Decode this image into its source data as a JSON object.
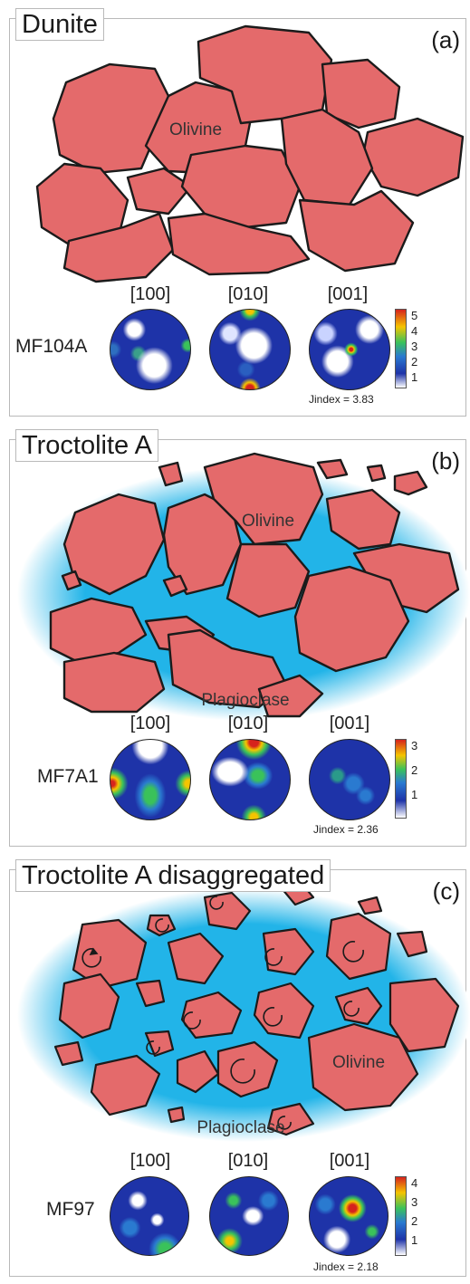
{
  "panels": [
    {
      "title": "Dunite",
      "label": "(a)",
      "olivine_label": "Olivine",
      "plagioclase_label": "",
      "sample": "MF104A",
      "axes": [
        "[100]",
        "[010]",
        "[001]"
      ],
      "jindex": "Jindex = 3.83",
      "ticks": [
        "5",
        "4",
        "3",
        "2",
        "1"
      ]
    },
    {
      "title": "Troctolite A",
      "label": "(b)",
      "olivine_label": "Olivine",
      "plagioclase_label": "Plagioclase",
      "sample": "MF7A1",
      "axes": [
        "[100]",
        "[010]",
        "[001]"
      ],
      "jindex": "Jindex = 2.36",
      "ticks": [
        "3",
        "2",
        "1"
      ]
    },
    {
      "title": "Troctolite A disaggregated",
      "label": "(c)",
      "olivine_label": "Olivine",
      "plagioclase_label": "Plagioclase",
      "sample": "MF97",
      "axes": [
        "[100]",
        "[010]",
        "[001]"
      ],
      "jindex": "Jindex = 2.18",
      "ticks": [
        "4",
        "3",
        "2",
        "1"
      ]
    }
  ],
  "colors": {
    "olivine": "#e46a6b",
    "plagioclase": "#22b4e8",
    "grain_border": "#1b1b1b",
    "pf_low": "#1a2aa0",
    "pf_high": "#d9141b"
  },
  "icons": [
    "rotation-arrow-icon"
  ]
}
